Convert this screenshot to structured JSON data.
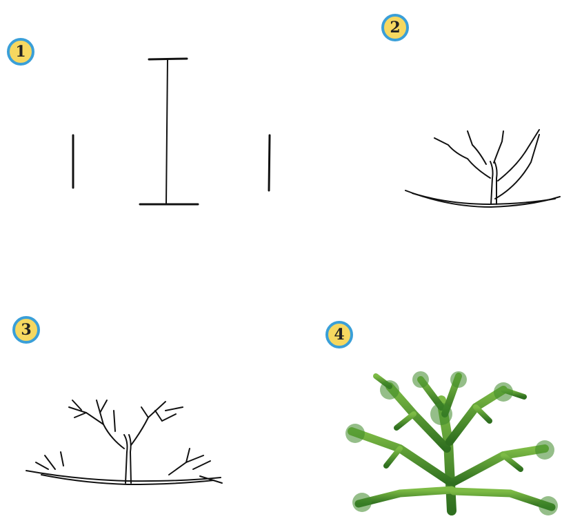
{
  "steps": [
    {
      "number": "1"
    },
    {
      "number": "2"
    },
    {
      "number": "3"
    },
    {
      "number": "4"
    }
  ],
  "colors": {
    "badge_fill": "#f6d860",
    "badge_ring": "#3a9fd8",
    "ink": "#111111",
    "foliage_dark": "#2f6f1f",
    "foliage_light": "#7dbb45"
  }
}
